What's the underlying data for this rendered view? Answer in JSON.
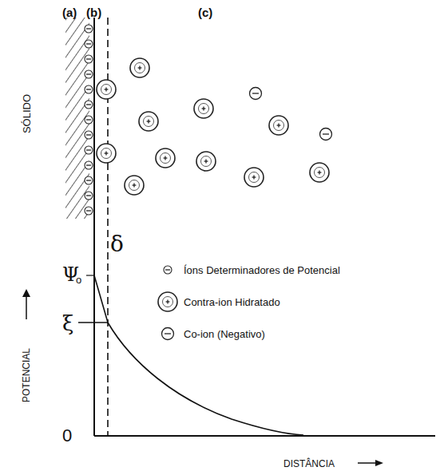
{
  "diagram": {
    "labels": [
      "(a)",
      "(b)",
      "(c)",
      "SÓLIDO",
      "δ",
      "Ψ",
      "o",
      "ξ",
      "POTENCIAL",
      "0",
      "DISTÂNCIA"
    ],
    "legend": [
      {
        "text": "Íons Determinadores de Potencial"
      },
      {
        "text": "Contra-ion Hidratado"
      },
      {
        "text": "Co-ion (Negativo)"
      }
    ]
  }
}
